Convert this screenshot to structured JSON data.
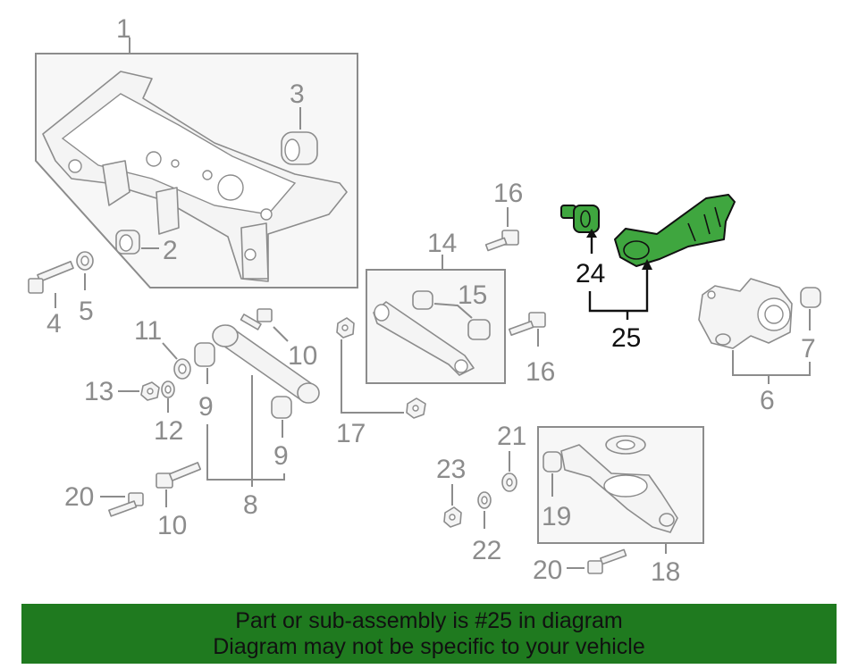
{
  "diagram": {
    "callouts": {
      "c1": "1",
      "c2": "2",
      "c3": "3",
      "c4": "4",
      "c5": "5",
      "c6": "6",
      "c7": "7",
      "c8": "8",
      "c9a": "9",
      "c9b": "9",
      "c10a": "10",
      "c10b": "10",
      "c11": "11",
      "c12": "12",
      "c13": "13",
      "c14": "14",
      "c15": "15",
      "c16a": "16",
      "c16b": "16",
      "c17": "17",
      "c18": "18",
      "c19": "19",
      "c20a": "20",
      "c20b": "20",
      "c21": "21",
      "c22": "22",
      "c23": "23",
      "c24": "24",
      "c25": "25"
    },
    "highlighted_part": "25",
    "colors": {
      "highlight": "#3fa63f",
      "line": "#8c8c8c",
      "banner": "#1f7a1f"
    }
  },
  "banner": {
    "line1": "Part or sub-assembly is #25 in diagram",
    "line2": "Diagram may not be specific to your vehicle"
  }
}
